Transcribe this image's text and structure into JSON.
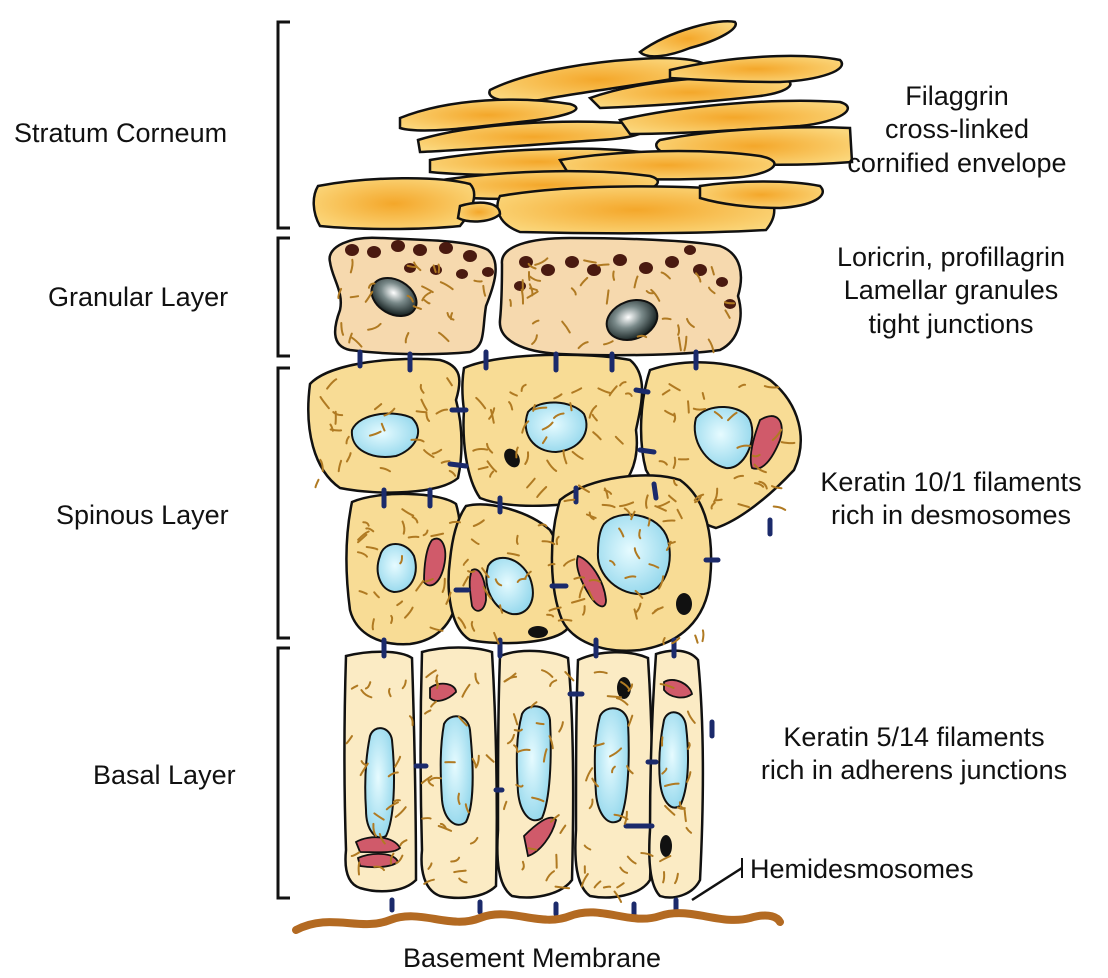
{
  "layers": [
    {
      "name": "Stratum Corneum",
      "description": [
        "Filaggrin",
        "cross-linked",
        "cornified envelope"
      ]
    },
    {
      "name": "Granular Layer",
      "description": [
        "Loricrin, profillagrin",
        "Lamellar granules",
        "tight junctions"
      ]
    },
    {
      "name": "Spinous Layer",
      "description": [
        "Keratin 10/1 filaments",
        "rich in desmosomes"
      ]
    },
    {
      "name": "Basal Layer",
      "description": [
        "Keratin 5/14 filaments",
        "rich in adherens junctions"
      ]
    }
  ],
  "hemidesmosomes_label": "Hemidesmosomes",
  "basement_membrane_label": "Basement Membrane",
  "colors": {
    "corneum_fill": "#f8cf6a",
    "granular_fill": "#f6d9ae",
    "spinous_fill": "#f8dc95",
    "basal_fill": "#fbebc4",
    "nucleus": "#c9eef8",
    "filament": "#b07a22",
    "desmosome": "#1b2a6b",
    "mitochondria": "#d05a6a",
    "granule": "#4a1a10",
    "membrane": "#b36a22"
  }
}
